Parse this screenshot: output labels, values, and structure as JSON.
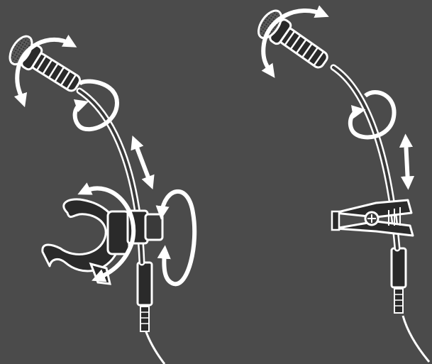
{
  "figure": {
    "colors": {
      "background": "#4b4b4b",
      "line": "#ffffff",
      "part_dark": "#2a2a2a",
      "part_mid": "#3a3a3a"
    },
    "left_assembly": {
      "parts": [
        "microphone-capsule",
        "gooseneck",
        "rim-clamp",
        "swivel-joint",
        "cable-connector",
        "cable"
      ],
      "motion_arrows": [
        "capsule-rotate-arrow",
        "gooseneck-rotate-arrow",
        "gooseneck-slide-arrow",
        "clamp-rotate-arrow",
        "joint-rotate-arrow"
      ]
    },
    "right_assembly": {
      "parts": [
        "microphone-capsule",
        "gooseneck",
        "spring-clip",
        "cable-connector",
        "cable"
      ],
      "motion_arrows": [
        "capsule-rotate-arrow",
        "gooseneck-rotate-arrow",
        "gooseneck-slide-arrow"
      ]
    }
  }
}
